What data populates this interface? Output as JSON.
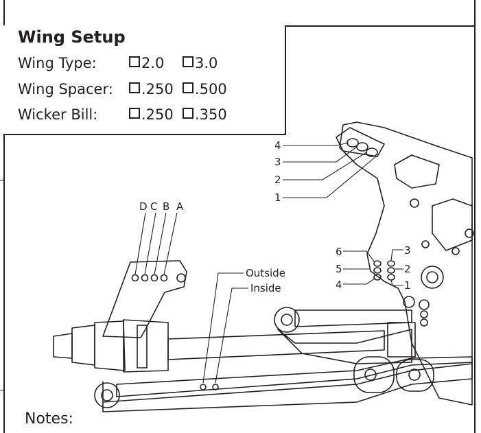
{
  "wing_setup": {
    "title": "Wing Setup",
    "rows": [
      {
        "label": "Wing Type:",
        "options": [
          "2.0",
          "3.0"
        ]
      },
      {
        "label": "Wing Spacer:",
        "options": [
          ".250",
          ".500"
        ]
      },
      {
        "label": "Wicker Bill:",
        "options": [
          ".250",
          ".350"
        ]
      }
    ]
  },
  "diagram": {
    "wing_mount_holes": [
      "4",
      "3",
      "2",
      "1"
    ],
    "tower_left_holes": [
      "6",
      "5",
      "4"
    ],
    "tower_right_holes": [
      "3",
      "2",
      "1"
    ],
    "rocker_holes": [
      "D",
      "C",
      "B",
      "A"
    ],
    "arm_positions": [
      "Outside",
      "Inside"
    ]
  },
  "notes": {
    "label": "Notes:"
  }
}
